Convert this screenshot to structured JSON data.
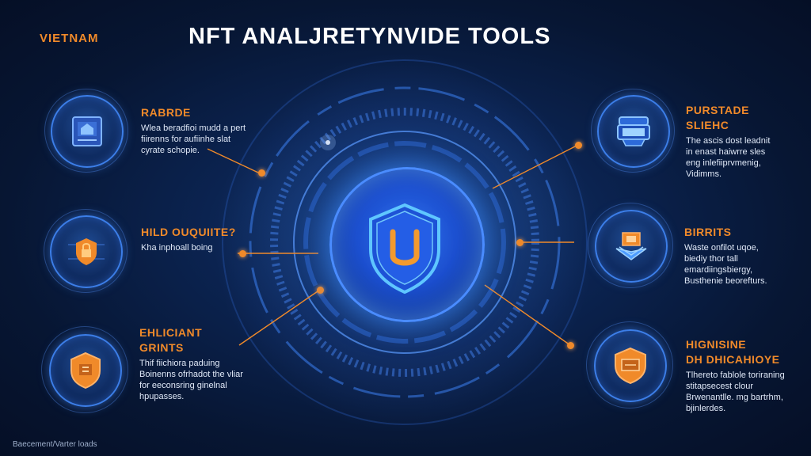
{
  "header": {
    "brand": "VIETNAM",
    "title": "NFT ANALJRETYNVIDE TOOLS"
  },
  "left_cards": [
    {
      "title": "RABRDE",
      "body": "Wlea beradfioi mudd a pert\nfiirenns for aufiinhe slat\ncyrate schopie.",
      "icon": "shield-document-icon"
    },
    {
      "title": "HILD OUQUIITE?",
      "body": "Kha inphoall boing",
      "icon": "lock-shield-icon"
    },
    {
      "title": "EHLICIANT\nGRINTS",
      "body": "Thif fiichiora paduing\nBoinenns ofrhadot the vliar\nfor eeconsring ginelnal\nhpupasses.",
      "icon": "orange-shield-icon"
    }
  ],
  "right_cards": [
    {
      "title": "PURSTADE\nSLIEHC",
      "body": "The ascis dost leadnit\nin enast haiwrre sles\neng inlefiiprvmenig,\nVidimms.",
      "icon": "device-icon"
    },
    {
      "title": "BIRRITS",
      "body": "Waste onfilot uqoe,\nbiediy thor tall\nemardiingsbiergy,\nBusthenie beorefturs.",
      "icon": "chip-icon"
    },
    {
      "title": "HIGNISINE\nDH DHICAHIOYE",
      "body": "Tlhereto fablole toriraning\nstitapsecest clour\nBrwenantlle. mg bartrhm,\nbjinlerdes.",
      "icon": "orange-box-icon"
    }
  ],
  "center": {
    "icon": "shield-u-icon"
  },
  "footer": {
    "text": "Baecement/Varter loads"
  },
  "colors": {
    "accent": "#f08a2a",
    "primary": "#3c7ee8",
    "background": "#071633"
  }
}
